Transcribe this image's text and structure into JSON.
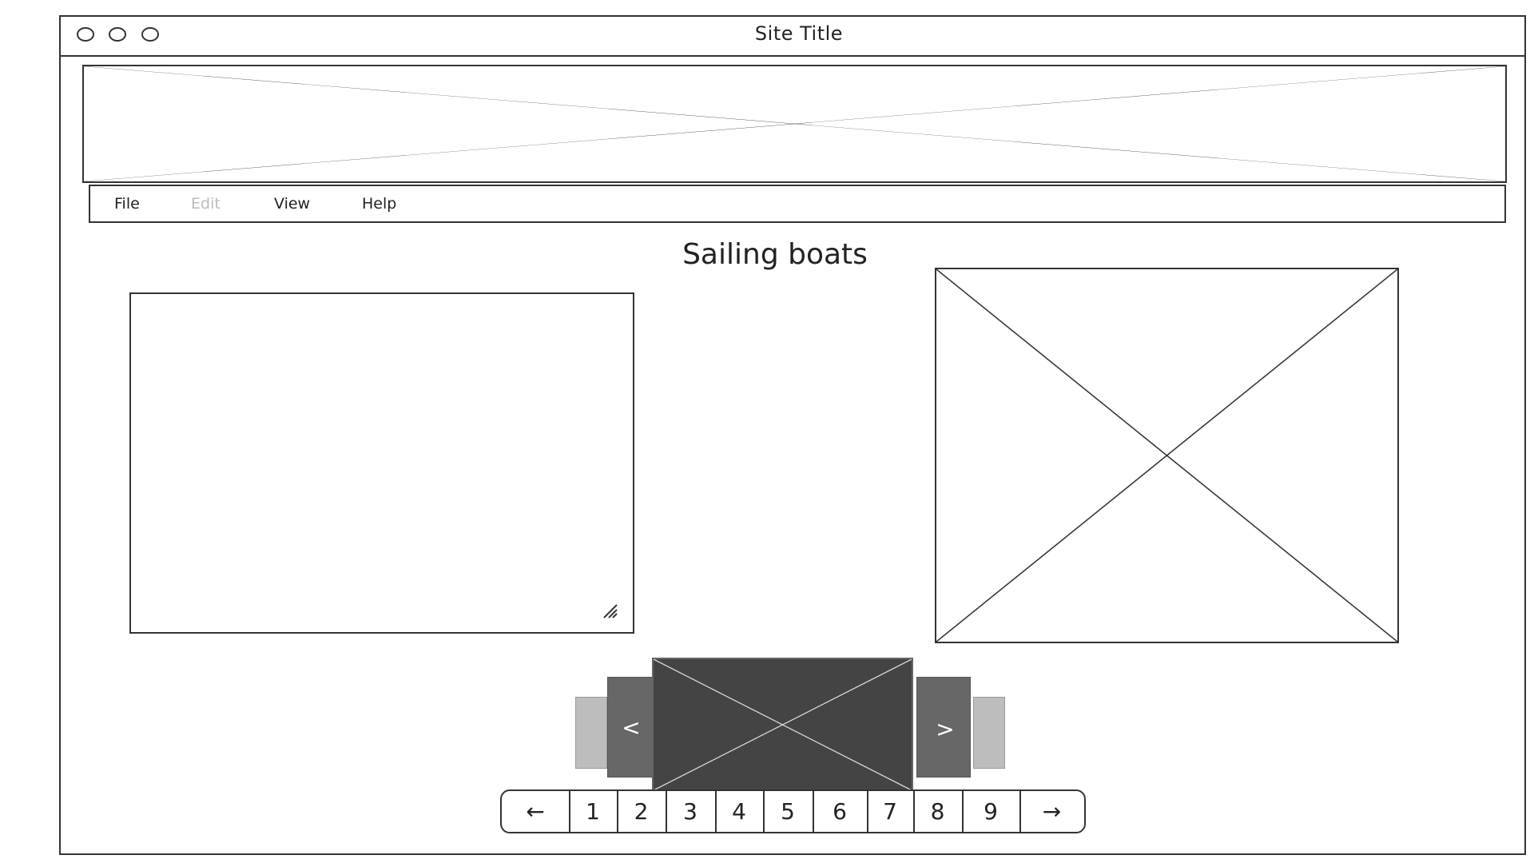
{
  "window": {
    "title": "Site Title"
  },
  "menu": {
    "items": [
      {
        "label": "File",
        "disabled": false
      },
      {
        "label": "Edit",
        "disabled": true
      },
      {
        "label": "View",
        "disabled": false
      },
      {
        "label": "Help",
        "disabled": false
      }
    ]
  },
  "main": {
    "title": "Sailing boats"
  },
  "carousel": {
    "prev_icon": "chevron-left-icon",
    "next_icon": "chevron-right-icon",
    "prev_glyph": "<",
    "next_glyph": ">"
  },
  "pagination": {
    "prev_glyph": "←",
    "next_glyph": "→",
    "pages": [
      "1",
      "2",
      "3",
      "4",
      "5",
      "6",
      "7",
      "8",
      "9"
    ]
  }
}
